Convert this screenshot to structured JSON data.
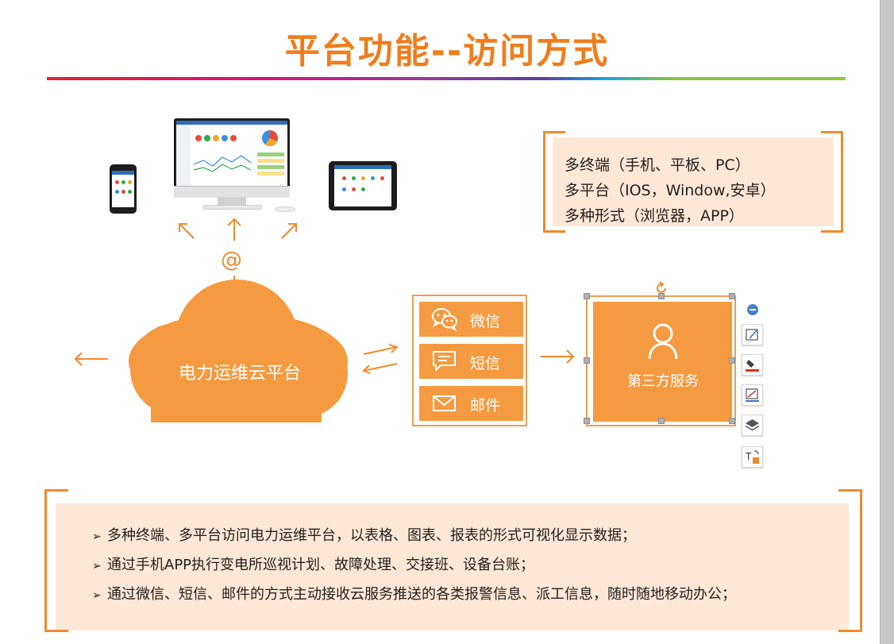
{
  "slide": {
    "title": "平台功能--访问方式"
  },
  "icons": {
    "at_symbol": "@"
  },
  "info_box": {
    "lines": [
      "多终端（手机、平板、PC）",
      "多平台（IOS，Window,安卓）",
      "多种形式（浏览器，APP）"
    ]
  },
  "cloud": {
    "label": "电力运维云平台"
  },
  "messaging": {
    "items": [
      {
        "label": "微信",
        "icon": "wechat-icon"
      },
      {
        "label": "短信",
        "icon": "sms-icon"
      },
      {
        "label": "邮件",
        "icon": "mail-icon"
      }
    ]
  },
  "third_party": {
    "label": "第三方服务",
    "icon": "user-icon"
  },
  "toolbar": {
    "items": [
      "collapse-icon",
      "edit-shape-icon",
      "fill-icon",
      "outline-icon",
      "layers-icon",
      "text-wrap-icon"
    ]
  },
  "bottom_box": {
    "bullets": [
      "多种终端、多平台访问电力运维平台，以表格、图表、报表的形式可视化显示数据；",
      "通过手机APP执行变电所巡视计划、故障处理、交接班、设备台账；",
      "通过微信、短信、邮件的方式主动接收云服务推送的各类报警信息、派工信息，随时随地移动办公；"
    ],
    "marker": "➢"
  },
  "colors": {
    "accent": "#ef7d1e",
    "fill": "#f49a40",
    "panel": "#fde7d6"
  }
}
